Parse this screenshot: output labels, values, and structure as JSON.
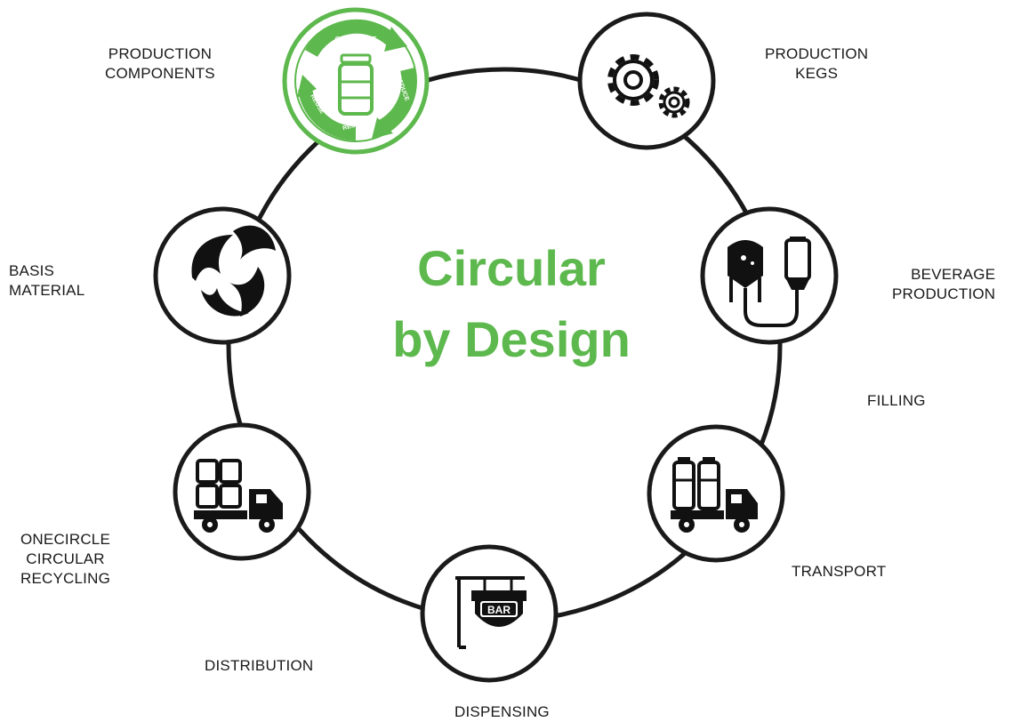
{
  "title": {
    "line1": "Circular",
    "line2": "by Design"
  },
  "colors": {
    "accent_green": "#5db84d",
    "ring": "#1a1a1a",
    "icon": "#111111"
  },
  "labels": {
    "production_components": [
      "PRODUCTION",
      "COMPONENTS"
    ],
    "production_kegs": [
      "PRODUCTION",
      "KEGS"
    ],
    "basis_material": [
      "BASIS",
      "MATERIAL"
    ],
    "beverage_production": [
      "BEVERAGE",
      "PRODUCTION"
    ],
    "filling": [
      "FILLING"
    ],
    "onecircle": [
      "ONECIRCLE",
      "CIRCULAR",
      "RECYCLING"
    ],
    "transport": [
      "TRANSPORT"
    ],
    "distribution": [
      "DISTRIBUTION"
    ],
    "dispensing": [
      "DISPENSING"
    ]
  },
  "badge": {
    "onecircle_top": "ONECIRCLE",
    "reduce": "REDUCE",
    "recycle": "RECYCLE",
    "reuse": "REUSE",
    "bar_sign": "BAR"
  },
  "nodes": [
    {
      "id": "onecircle-recycle",
      "icon": "recycle-arrows-keg-icon",
      "highlight": true
    },
    {
      "id": "production-kegs",
      "icon": "gears-icon"
    },
    {
      "id": "basis-material",
      "icon": "leaf-recycle-icon"
    },
    {
      "id": "beverage-production",
      "icon": "tanks-icon"
    },
    {
      "id": "distribution",
      "icon": "truck-kegs-icon"
    },
    {
      "id": "transport",
      "icon": "truck-kegs-icon"
    },
    {
      "id": "dispensing",
      "icon": "bar-sign-icon"
    }
  ]
}
